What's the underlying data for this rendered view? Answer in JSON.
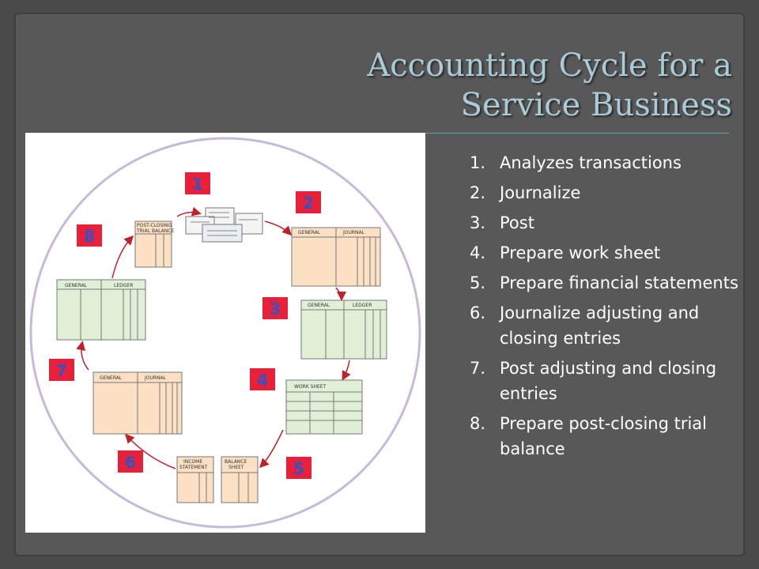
{
  "title": {
    "line1": "Accounting Cycle for a",
    "line2": "Service Business"
  },
  "steps": [
    {
      "num": "1.",
      "text": "Analyzes transactions"
    },
    {
      "num": "2.",
      "text": "Journalize"
    },
    {
      "num": "3.",
      "text": "Post"
    },
    {
      "num": "4.",
      "text": "Prepare work sheet"
    },
    {
      "num": "5.",
      "text": "Prepare financial statements"
    },
    {
      "num": "6.",
      "text": "Journalize adjusting and closing entries"
    },
    {
      "num": "7.",
      "text": "Post adjusting and closing entries"
    },
    {
      "num": "8.",
      "text": "Prepare post-closing trial balance"
    }
  ],
  "diagram": {
    "badges": [
      "1",
      "2",
      "3",
      "4",
      "5",
      "6",
      "7",
      "8"
    ],
    "labels": {
      "post_closing_1": "POST-CLOSING",
      "post_closing_2": "TRIAL BALANCE",
      "journal_general": "GENERAL",
      "journal_journal": "JOURNAL",
      "ledger_general": "GENERAL",
      "ledger_ledger": "LEDGER",
      "work_sheet": "WORK SHEET",
      "income_1": "INCOME",
      "income_2": "STATEMENT",
      "balance_1": "BALANCE",
      "balance_2": "SHEET",
      "journal2_general": "GENERAL",
      "journal2_journal": "JOURNAL",
      "ledger2_general": "GENERAL",
      "ledger2_ledger": "LEDGER"
    },
    "colors": {
      "ring": "#c9b9d9",
      "badge": "#e8203a",
      "badge_text": "#2a56c8",
      "journal": "#fbe0c4",
      "ledger": "#dff0d6",
      "arrow": "#c0202a"
    }
  }
}
